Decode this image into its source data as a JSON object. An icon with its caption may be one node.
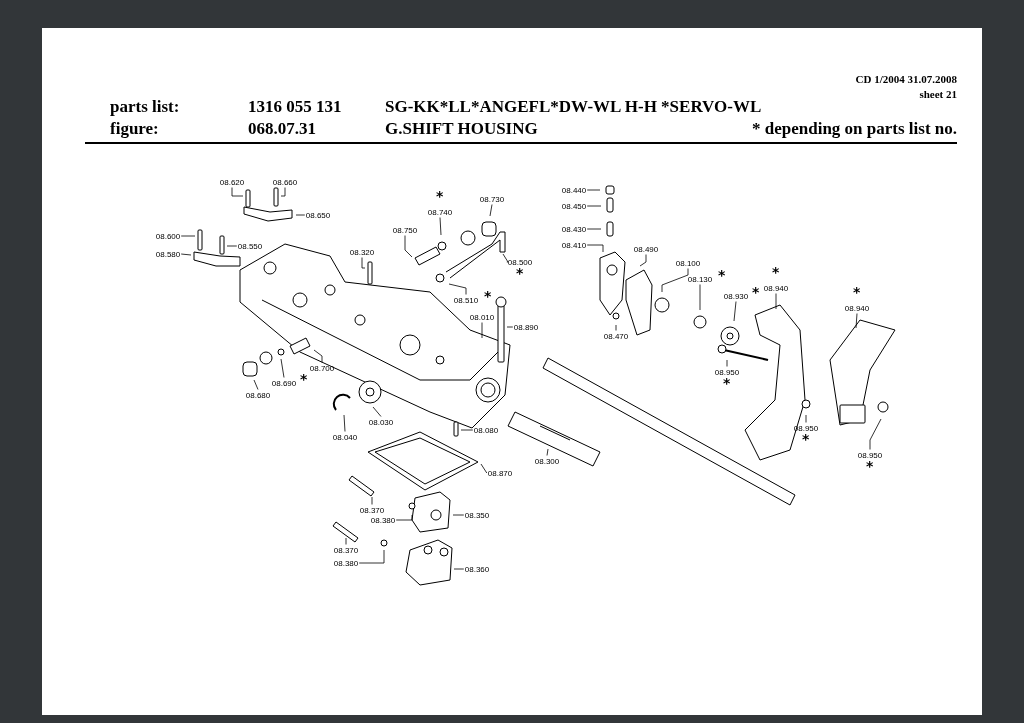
{
  "diagram": {
    "nodes": [
      {
        "text": [
          "08.620"
        ]
      },
      {
        "text": [
          "08.660"
        ]
      },
      {
        "text": [
          "08.650"
        ]
      },
      {
        "text": [
          "08.600"
        ]
      },
      {
        "text": [
          "08.550"
        ]
      },
      {
        "text": [
          "08.580"
        ]
      },
      {
        "text": [
          "08.740"
        ],
        "beside": [
          "*"
        ]
      },
      {
        "text": [
          "08.730"
        ]
      },
      {
        "text": [
          "08.750"
        ]
      },
      {
        "text": [
          "08.320"
        ]
      },
      {
        "text": [
          "08.500"
        ],
        "beside": [
          "*"
        ]
      },
      {
        "text": [
          "08.510"
        ],
        "beside": [
          "*"
        ]
      },
      {
        "text": [
          "08.010"
        ]
      },
      {
        "text": [
          "08.890"
        ]
      },
      {
        "text": [
          "08.700"
        ]
      },
      {
        "text": [
          "08.690"
        ],
        "beside": [
          "*"
        ]
      },
      {
        "text": [
          "08.680"
        ]
      },
      {
        "text": [
          "08.030"
        ]
      },
      {
        "text": [
          "08.040"
        ]
      },
      {
        "text": [
          "08.080"
        ]
      },
      {
        "text": [
          "08.300"
        ]
      },
      {
        "text": [
          "08.870"
        ]
      },
      {
        "text": [
          "08.370"
        ]
      },
      {
        "text": [
          "08.380"
        ]
      },
      {
        "text": [
          "08.350"
        ]
      },
      {
        "text": [
          "08.370"
        ]
      },
      {
        "text": [
          "08.380"
        ]
      },
      {
        "text": [
          "08.360"
        ]
      },
      {
        "text": [
          "08.440"
        ]
      },
      {
        "text": [
          "08.450"
        ]
      },
      {
        "text": [
          "08.430"
        ]
      },
      {
        "text": [
          "08.410"
        ]
      },
      {
        "text": [
          "08.490"
        ]
      },
      {
        "text": [
          "08.100"
        ]
      },
      {
        "text": [
          "08.130"
        ],
        "beside": [
          "*"
        ]
      },
      {
        "text": [
          "08.930"
        ],
        "beside": [
          "*"
        ]
      },
      {
        "text": [
          "08.940"
        ],
        "beside": [
          "*"
        ]
      },
      {
        "text": [
          "08.470"
        ]
      },
      {
        "text": [
          "08.940"
        ],
        "beside": [
          "*"
        ]
      },
      {
        "text": [
          "08.950"
        ],
        "beside": [
          "*"
        ]
      },
      {
        "text": [
          "08.950"
        ],
        "beside": [
          "*"
        ]
      },
      {
        "text": [
          "08.950"
        ],
        "beside": [
          "*"
        ]
      }
    ],
    "edges": [
      {
        "from": 0,
        "to": null,
        "arrow": "none"
      },
      {
        "from": 1,
        "to": null,
        "arrow": "none"
      },
      {
        "from": 2,
        "to": null,
        "arrow": "none"
      },
      {
        "from": 3,
        "to": null,
        "arrow": "none"
      },
      {
        "from": 4,
        "to": null,
        "arrow": "none"
      },
      {
        "from": 5,
        "to": null,
        "arrow": "none"
      },
      {
        "from": 6,
        "to": null,
        "arrow": "none"
      },
      {
        "from": 7,
        "to": null,
        "arrow": "none"
      },
      {
        "from": 8,
        "to": null,
        "arrow": "none"
      },
      {
        "from": 9,
        "to": null,
        "arrow": "none"
      },
      {
        "from": 10,
        "to": null,
        "arrow": "none"
      },
      {
        "from": 11,
        "to": null,
        "arrow": "none"
      },
      {
        "from": 12,
        "to": null,
        "arrow": "none"
      },
      {
        "from": 13,
        "to": null,
        "arrow": "none"
      },
      {
        "from": 14,
        "to": null,
        "arrow": "none"
      },
      {
        "from": 15,
        "to": null,
        "arrow": "none"
      },
      {
        "from": 16,
        "to": null,
        "arrow": "none"
      },
      {
        "from": 17,
        "to": null,
        "arrow": "none"
      },
      {
        "from": 18,
        "to": null,
        "arrow": "none"
      },
      {
        "from": 19,
        "to": null,
        "arrow": "none"
      },
      {
        "from": 20,
        "to": null,
        "arrow": "none"
      },
      {
        "from": 21,
        "to": null,
        "arrow": "none"
      },
      {
        "from": 22,
        "to": null,
        "arrow": "none"
      },
      {
        "from": 23,
        "to": null,
        "arrow": "none"
      },
      {
        "from": 24,
        "to": null,
        "arrow": "none"
      },
      {
        "from": 25,
        "to": null,
        "arrow": "none"
      },
      {
        "from": 26,
        "to": null,
        "arrow": "none"
      },
      {
        "from": 27,
        "to": null,
        "arrow": "none"
      },
      {
        "from": 28,
        "to": null,
        "arrow": "none"
      },
      {
        "from": 29,
        "to": null,
        "arrow": "none"
      },
      {
        "from": 30,
        "to": null,
        "arrow": "none"
      },
      {
        "from": 31,
        "to": null,
        "arrow": "none"
      },
      {
        "from": 32,
        "to": null,
        "arrow": "none"
      },
      {
        "from": 33,
        "to": null,
        "arrow": "none"
      },
      {
        "from": 34,
        "to": null,
        "arrow": "none"
      },
      {
        "from": 35,
        "to": null,
        "arrow": "none"
      },
      {
        "from": 36,
        "to": null,
        "arrow": "none"
      },
      {
        "from": 37,
        "to": null,
        "arrow": "none"
      },
      {
        "from": 38,
        "to": null,
        "arrow": "none"
      },
      {
        "from": 39,
        "to": null,
        "arrow": "none"
      },
      {
        "from": 40,
        "to": null,
        "arrow": "none"
      },
      {
        "from": 41,
        "to": null,
        "arrow": "none"
      }
    ],
    "labels": [
      "CD 1/2004 31.07.2008",
      "sheet 21",
      "parts list:",
      "1316 055 131",
      "SG-KK*LL*ANGEFL*DW-WL H-H *SERVO-WL",
      "figure:",
      "068.07.31",
      "G.SHIFT HOUSING",
      "* depending on parts list no."
    ]
  }
}
